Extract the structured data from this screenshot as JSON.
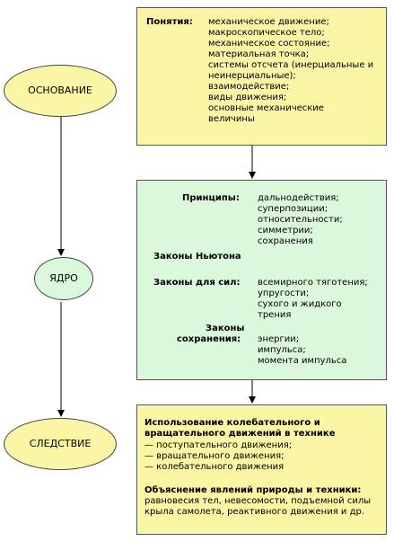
{
  "nodes": {
    "osnovanie": "ОСНОВАНИЕ",
    "yadro": "ЯДРО",
    "sledstvie": "СЛЕДСТВИЕ"
  },
  "box1": {
    "label": "Понятия:",
    "lines": [
      "механическое движение;",
      "макроскопическое тело;",
      "механическое состояние;",
      "материальная точка;",
      "системы отсчета (инерциальные и",
      "неинерциальные);",
      "взаимодействие;",
      "виды движения;",
      "основные механические",
      "величины"
    ]
  },
  "box2": {
    "principles_label": "Принципы:",
    "principles": [
      "дальнодействия;",
      "суперпозиции;",
      "относительности;",
      "симметрии;",
      "сохранения"
    ],
    "newton_label": "Законы Ньютона",
    "forces_label": "Законы для сил:",
    "forces": [
      "всемирного тяготения;",
      "упругости;",
      "сухого и жидкого",
      "трения"
    ],
    "conservation_label_1": "Законы",
    "conservation_label_2": "сохранения:",
    "conservation": [
      "энергии;",
      "импульса;",
      "момента импульса"
    ]
  },
  "box3": {
    "heading1": [
      "Использование колебательного и",
      "вращательного движений в технике"
    ],
    "items": [
      "— поступательного движения;",
      "— вращательного движения;",
      "— колебательного движения"
    ],
    "heading2": "Объяснение явлений природы и техники:",
    "explain": [
      "равновесия тел, невесомости, подъемной силы",
      "крыла самолета, реактивного движения и др."
    ]
  }
}
